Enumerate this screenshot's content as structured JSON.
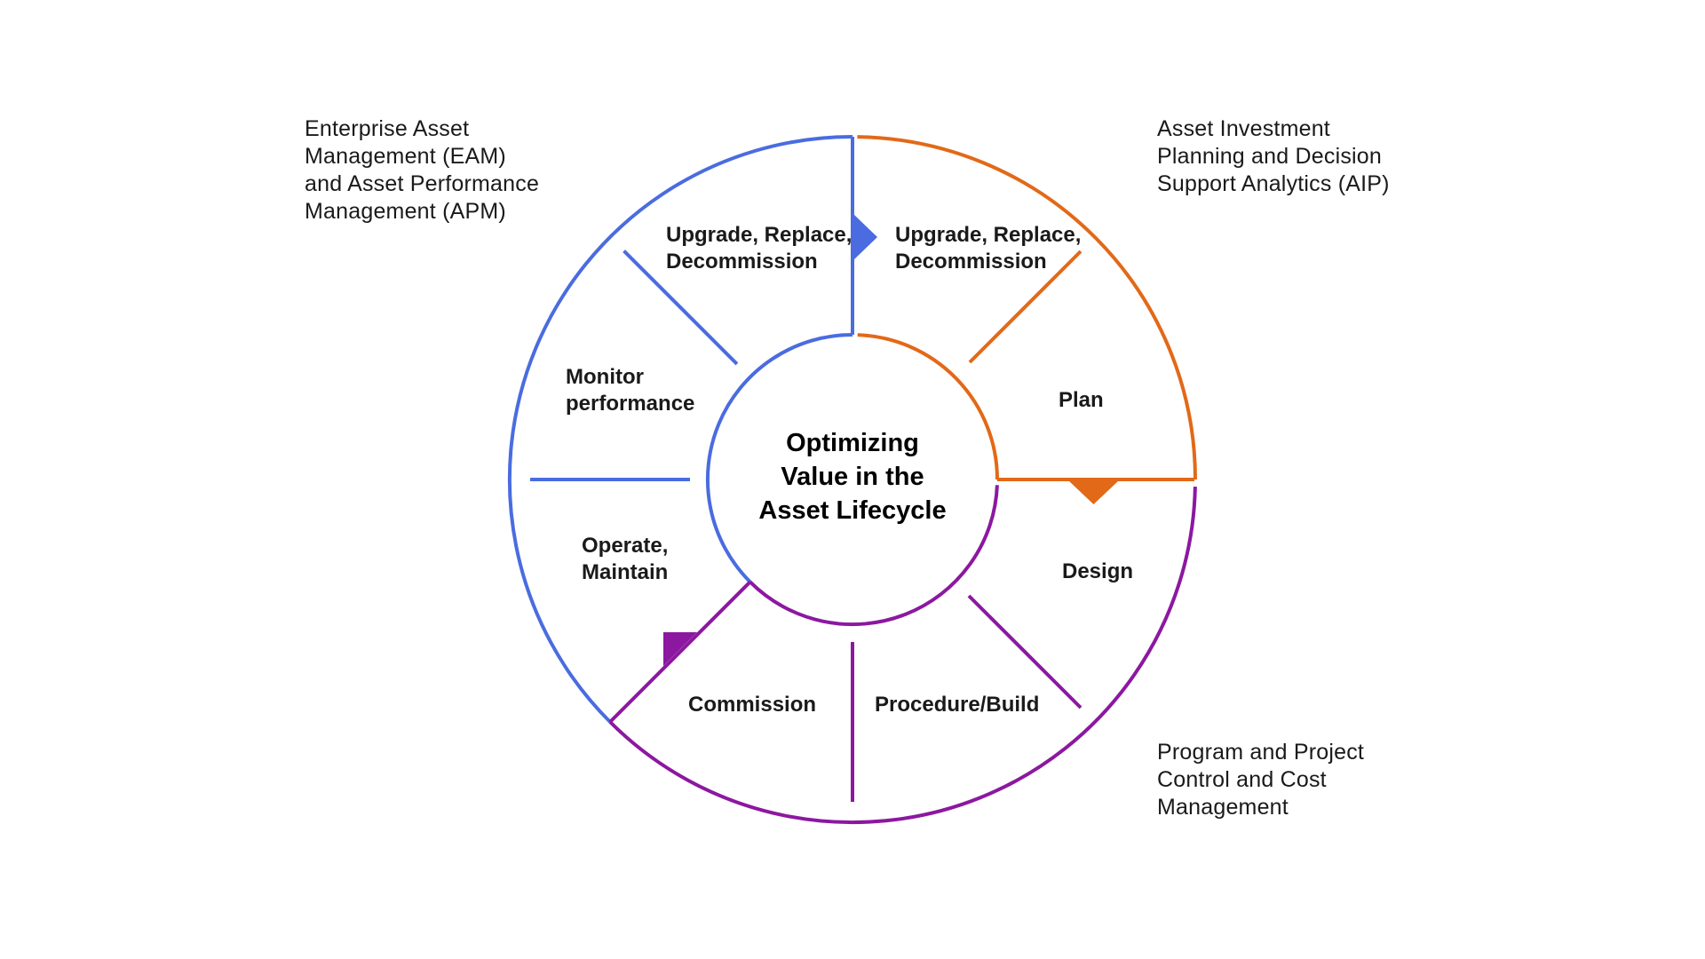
{
  "title": "Optimizing\nValue in the\nAsset Lifecycle",
  "colors": {
    "eam_blue": "#4a6ce0",
    "aip_orange": "#e26918",
    "ppc_purple": "#8c18a0",
    "text": "#1a1a1a"
  },
  "annotations": {
    "top_left": "Enterprise Asset\nManagement (EAM)\nand Asset Performance\nManagement (APM)",
    "top_right": "Asset Investment\nPlanning and Decision\nSupport Analytics (AIP)",
    "bottom_right": "Program and Project\nControl and Cost\nManagement"
  },
  "segments": [
    {
      "id": "upgrade-eam",
      "section": "EAM/APM",
      "label": "Upgrade, Replace,\nDecommission"
    },
    {
      "id": "upgrade-aip",
      "section": "AIP",
      "label": "Upgrade, Replace,\nDecommission"
    },
    {
      "id": "plan",
      "section": "AIP",
      "label": "Plan"
    },
    {
      "id": "design",
      "section": "PPC",
      "label": "Design"
    },
    {
      "id": "procedure-build",
      "section": "PPC",
      "label": "Procedure/Build"
    },
    {
      "id": "commission",
      "section": "PPC",
      "label": "Commission"
    },
    {
      "id": "operate-maintain",
      "section": "EAM/APM",
      "label": "Operate,\nMaintain"
    },
    {
      "id": "monitor-performance",
      "section": "EAM/APM",
      "label": "Monitor\nperformance"
    }
  ]
}
